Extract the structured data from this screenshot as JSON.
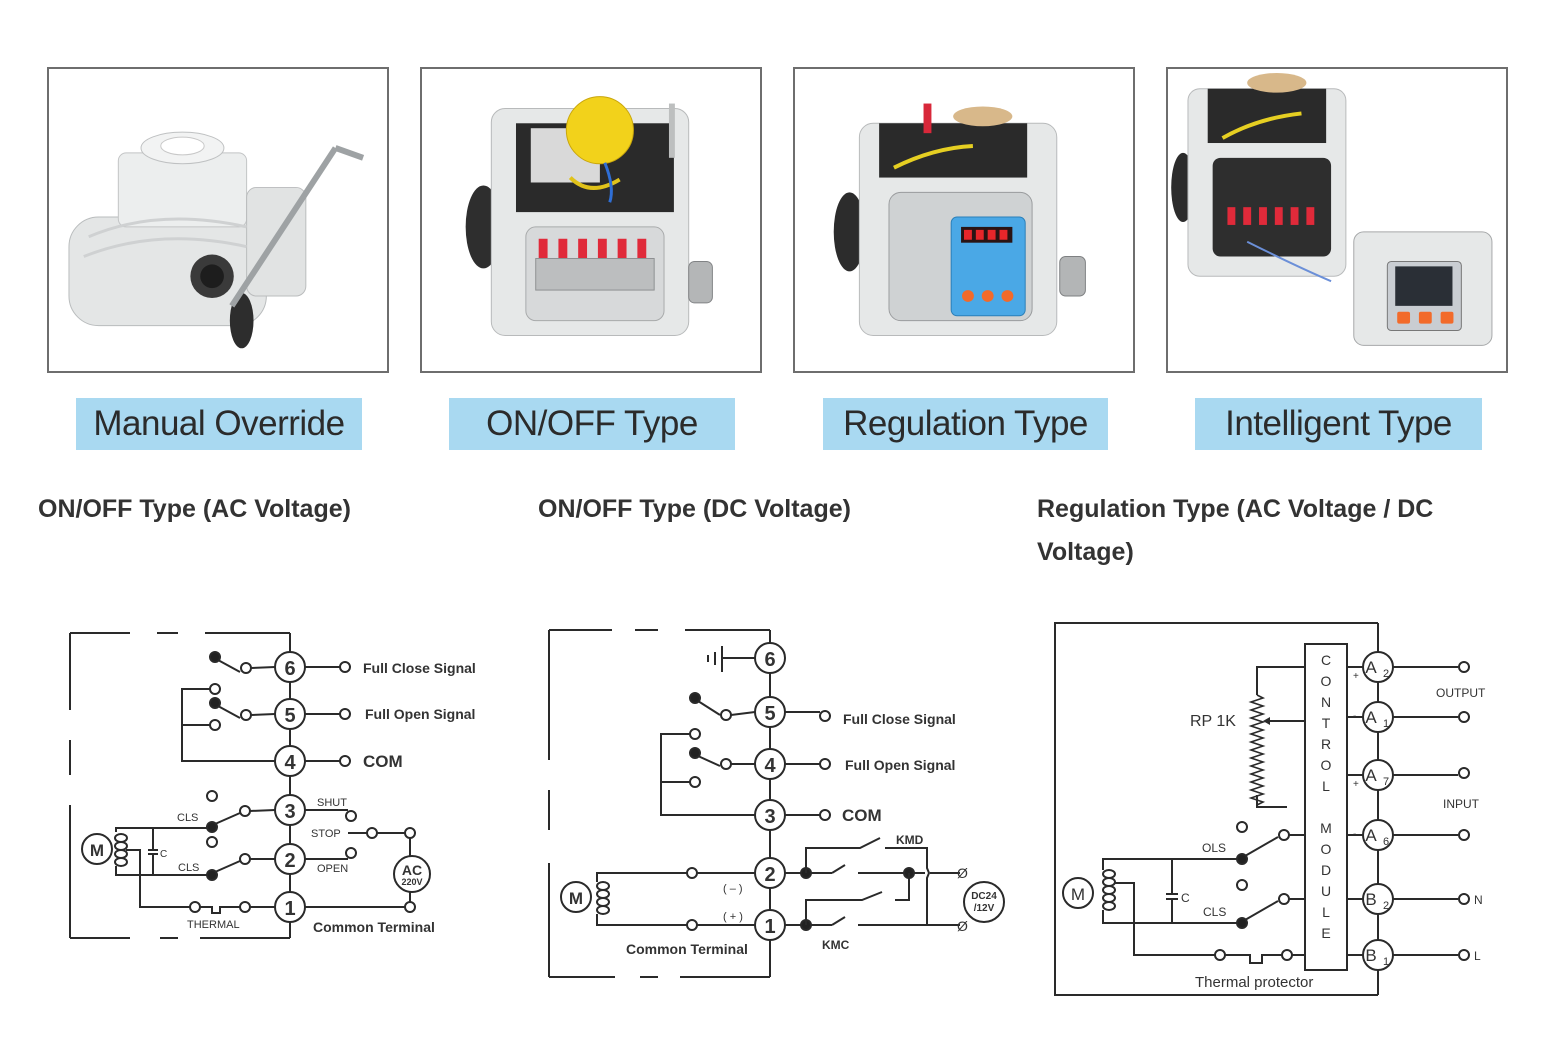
{
  "products": [
    {
      "label": "Manual Override",
      "image": "actuator-with-manual-crank-handle"
    },
    {
      "label": "ON/OFF Type",
      "image": "actuator-open-with-terminal-block"
    },
    {
      "label": "Regulation Type",
      "image": "actuator-with-blue-positioner-module"
    },
    {
      "label": "Intelligent Type",
      "image": "actuator-with-lcd-control-panel"
    }
  ],
  "sections": [
    {
      "title": "ON/OFF Type (AC Voltage)"
    },
    {
      "title": "ON/OFF Type (DC Voltage)"
    },
    {
      "title": "Regulation Type (AC Voltage / DC Voltage)"
    }
  ],
  "diagram_ac": {
    "terminals": [
      "6",
      "5",
      "4",
      "3",
      "2",
      "1"
    ],
    "labels": {
      "full_close": "Full Close Signal",
      "full_open": "Full Open Signal",
      "com": "COM",
      "shut": "SHUT",
      "stop": "STOP",
      "open": "OPEN",
      "cls_top": "CLS",
      "cls_bottom": "CLS",
      "capacitor": "C",
      "motor": "M",
      "thermal": "THERMAL",
      "common": "Common Terminal",
      "ac": "AC",
      "voltage": "220V"
    }
  },
  "diagram_dc": {
    "terminals": [
      "6",
      "5",
      "4",
      "3",
      "2",
      "1"
    ],
    "labels": {
      "full_close": "Full Close Signal",
      "full_open": "Full Open Signal",
      "com": "COM",
      "minus": "( – )",
      "plus": "( + )",
      "motor": "M",
      "common": "Common Terminal",
      "kmd": "KMD",
      "kmc": "KMC",
      "dc1": "DC24",
      "dc2": "/12V",
      "null1": "Ø",
      "null2": "Ø"
    }
  },
  "diagram_reg": {
    "module_letters": [
      "C",
      "O",
      "N",
      "T",
      "R",
      "O",
      "L",
      "",
      "M",
      "O",
      "D",
      "U",
      "L",
      "E"
    ],
    "terminals": [
      {
        "main": "A",
        "sub": "2",
        "pol": "+"
      },
      {
        "main": "A",
        "sub": "1",
        "pol": "-"
      },
      {
        "main": "A",
        "sub": "7",
        "pol": "+"
      },
      {
        "main": "A",
        "sub": "6",
        "pol": "-"
      },
      {
        "main": "B",
        "sub": "2",
        "pol": ""
      },
      {
        "main": "B",
        "sub": "1",
        "pol": ""
      }
    ],
    "labels": {
      "rp": "RP 1K",
      "output": "OUTPUT",
      "input": "INPUT",
      "n": "N",
      "l": "L",
      "ols": "OLS",
      "cls": "CLS",
      "capacitor": "C",
      "motor": "M",
      "thermal": "Thermal protector"
    }
  }
}
